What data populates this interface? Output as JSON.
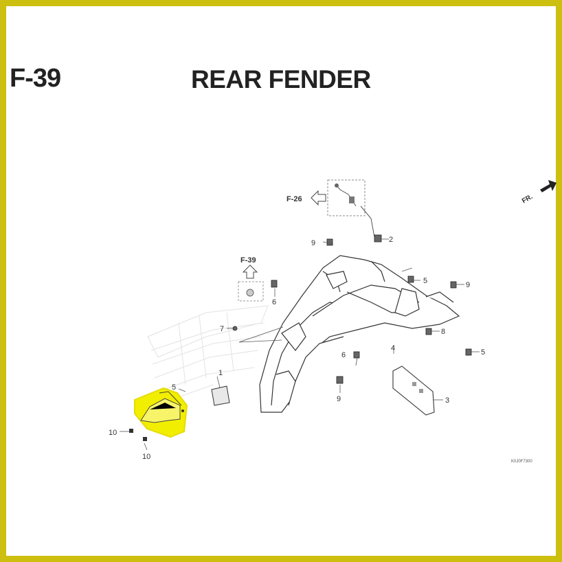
{
  "header": {
    "section_code": "F-39",
    "title": "REAR FENDER"
  },
  "refs": {
    "f26": "F-26",
    "f39": "F-39",
    "fr": "FR."
  },
  "callouts": {
    "c1": "1",
    "c2": "2",
    "c3": "3",
    "c4": "4",
    "c5a": "5",
    "c5b": "5",
    "c5c": "5",
    "c6a": "6",
    "c6b": "6",
    "c7": "7",
    "c8": "8",
    "c9a": "9",
    "c9b": "9",
    "c9c": "9",
    "c10a": "10",
    "c10b": "10"
  },
  "drawing_code": "K0J0F7300",
  "highlight_color": "#f2ee00",
  "border_color": "#cdbf10"
}
